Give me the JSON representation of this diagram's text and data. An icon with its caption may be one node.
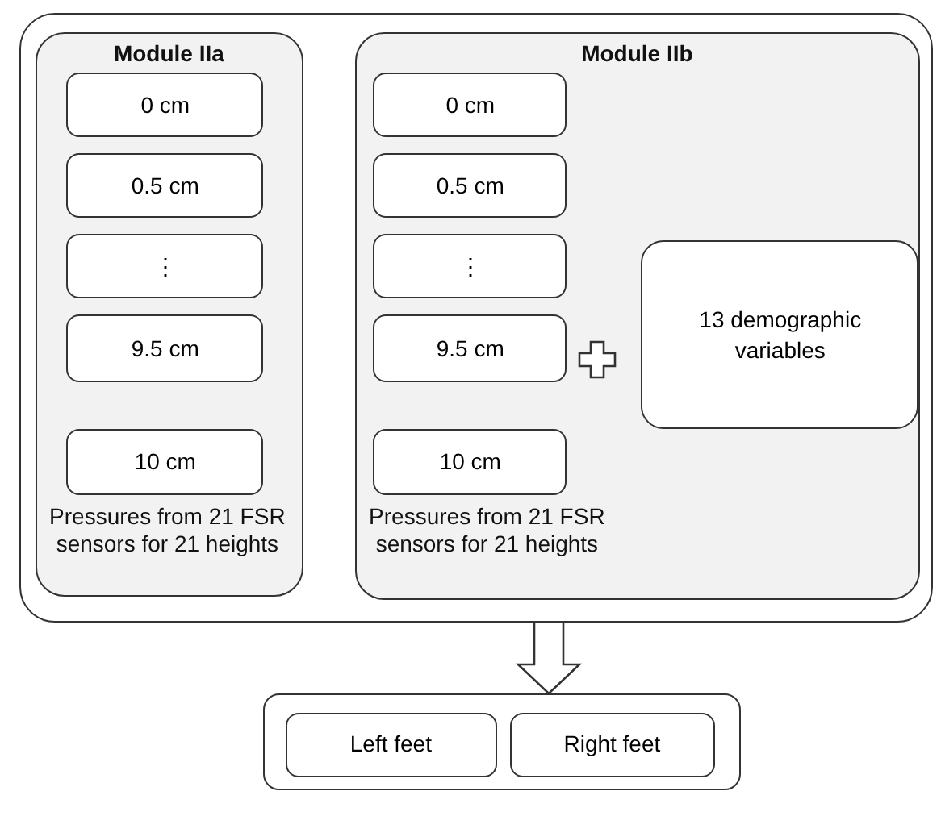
{
  "diagram": {
    "nodes": [
      {
        "text": [],
        "shape": "box"
      },
      {
        "text": [
          "Module IIa",
          "Pressures from 21 FSR sensors for 21 heights"
        ],
        "in": 0
      },
      {
        "text": [
          "0 cm"
        ],
        "in": 1
      },
      {
        "text": [
          "0.5 cm"
        ],
        "in": 1
      },
      {
        "text": [
          "⋮"
        ],
        "in": 1
      },
      {
        "text": [
          "9.5 cm"
        ],
        "in": 1
      },
      {
        "text": [
          "10 cm"
        ],
        "in": 1
      },
      {
        "text": [
          "Module IIb",
          "Pressures from 21 FSR sensors for 21 heights"
        ],
        "in": 0
      },
      {
        "text": [
          "0 cm"
        ],
        "in": 7
      },
      {
        "text": [
          "0.5 cm"
        ],
        "in": 7
      },
      {
        "text": [
          "⋮"
        ],
        "in": 7
      },
      {
        "text": [
          "9.5 cm"
        ],
        "in": 7
      },
      {
        "text": [
          "10 cm"
        ],
        "in": 7
      },
      {
        "text": [
          "13 demographic variables"
        ],
        "in": 7
      },
      {
        "text": [],
        "shape": "box"
      },
      {
        "text": [
          "Left feet"
        ],
        "in": 14
      },
      {
        "text": [
          "Right feet"
        ],
        "in": 14
      }
    ],
    "edges": [
      {
        "from": 0,
        "to": 14,
        "arrow": "to"
      }
    ]
  }
}
